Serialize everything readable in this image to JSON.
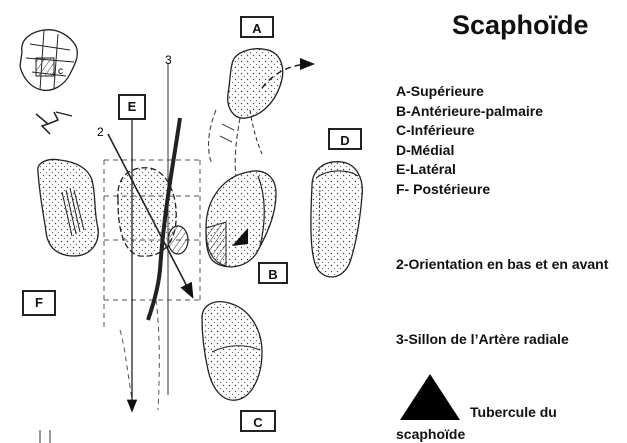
{
  "title": "Scaphoïde",
  "legend": [
    "A-Supérieure",
    "B-Antérieure-palmaire",
    "C-Inférieure",
    "D-Médial",
    "E-Latéral",
    "F- Postérieure"
  ],
  "notes": {
    "orientation": "2-Orientation en bas et en avant",
    "sillon": "3-Sillon de l’Artère radiale"
  },
  "tubercule": {
    "line1": "Tubercule du",
    "line2": "scaphoïde"
  },
  "labels": {
    "A": "A",
    "B": "B",
    "C": "C",
    "D": "D",
    "E": "E",
    "F": "F",
    "num2": "2",
    "num3": "3",
    "small_c": "c"
  }
}
